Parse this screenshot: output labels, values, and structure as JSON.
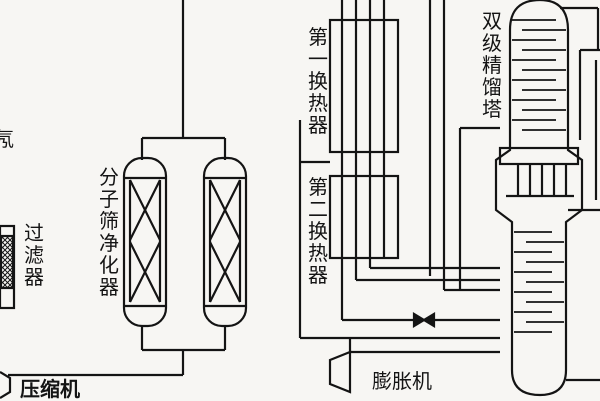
{
  "colors": {
    "ink": "#141414",
    "paper": "#f7f6f3"
  },
  "labels": {
    "fragment_left": "氖",
    "filter": "过滤器",
    "compressor": "压缩机",
    "molecular_sieve": "分子筛净化器",
    "heat_exchanger_1": "第一换热器",
    "heat_exchanger_2": "第二换热器",
    "expander": "膨胀机",
    "double_column": "双级精馏塔"
  },
  "icons": [
    "filter-mesh-icon",
    "compressor-icon",
    "expander-icon",
    "valve-icon"
  ]
}
